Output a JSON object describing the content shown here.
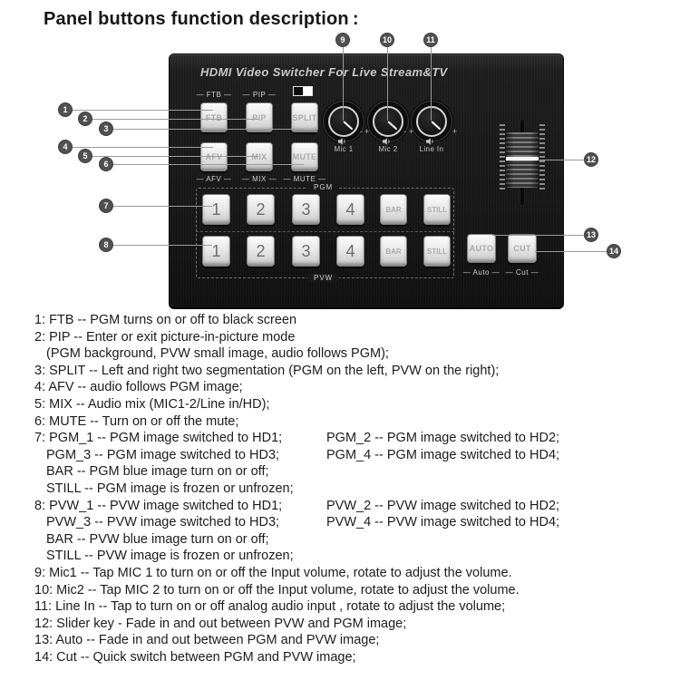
{
  "page": {
    "title": "Panel buttons function description",
    "colon": ":"
  },
  "colors": {
    "panel_bg": "#1d1d1d",
    "key_face": "#e9e9e9",
    "callout_bg": "#515151",
    "callout_line": "#9b9b9b"
  },
  "panel": {
    "header": "HDMI Video Switcher For Live Stream&TV",
    "top_groups": [
      "— FTB —",
      "— PIP —"
    ],
    "top_buttons": [
      "FTB",
      "PIP",
      "SPLIT"
    ],
    "mid_buttons": [
      "AFV",
      "MIX",
      "MUTE"
    ],
    "mid_groups": [
      "— AFV —",
      "— MIX —",
      "— MUTE —"
    ],
    "knob_minus": "-",
    "knob_plus": "+",
    "knobs": [
      {
        "name": "Mic 1"
      },
      {
        "name": "Mic 2"
      },
      {
        "name": "Line In"
      }
    ],
    "pgm": {
      "label": "PGM",
      "keys": [
        "1",
        "2",
        "3",
        "4",
        "BAR",
        "STILL"
      ]
    },
    "pvw": {
      "label": "PVW",
      "keys": [
        "1",
        "2",
        "3",
        "4",
        "BAR",
        "STILL"
      ]
    },
    "transition": {
      "auto_label": "AUTO",
      "auto_caption": "— Auto —",
      "cut_label": "CUT",
      "cut_caption": "— Cut —"
    }
  },
  "callouts": [
    "1",
    "2",
    "3",
    "4",
    "5",
    "6",
    "7",
    "8",
    "9",
    "10",
    "11",
    "12",
    "13",
    "14"
  ],
  "descriptions": [
    {
      "text": "1: FTB -- PGM turns on or off to black screen"
    },
    {
      "text": "2: PIP -- Enter or exit picture-in-picture mode"
    },
    {
      "text": "(PGM background, PVW small image, audio follows PGM);"
    },
    {
      "text": "3: SPLIT -- Left and right two segmentation (PGM on the left, PVW on the right);"
    },
    {
      "text": "4: AFV -- audio follows PGM image;"
    },
    {
      "text": "5: MIX -- Audio mix (MIC1-2/Line in/HD);"
    },
    {
      "text": "6: MUTE -- Turn on or off the mute;"
    },
    {
      "text": "7: PGM_1 -- PGM image switched to HD1;",
      "col2": "PGM_2 -- PGM image switched to HD2;"
    },
    {
      "text": "PGM_3 -- PGM image switched to HD3;",
      "col2": "PGM_4 -- PGM image switched to HD4;"
    },
    {
      "text": "BAR -- PGM blue image turn on or off;"
    },
    {
      "text": "STILL -- PGM image is frozen or unfrozen;"
    },
    {
      "text": "8: PVW_1 -- PVW image switched to HD1;",
      "col2": "PVW_2 -- PVW image switched to HD2;"
    },
    {
      "text": "PVW_3 -- PVW image switched to HD3;",
      "col2": "PVW_4 -- PVW image switched to HD4;"
    },
    {
      "text": "BAR -- PVW blue image turn on or off;"
    },
    {
      "text": "STILL -- PVW image is frozen or unfrozen;"
    },
    {
      "text": "9: Mic1 -- Tap MIC 1 to turn on or off the Input volume, rotate to adjust the volume."
    },
    {
      "text": "10: Mic2 -- Tap MIC 2 to turn on or off the Input volume, rotate to adjust the volume."
    },
    {
      "text": "11: Line In -- Tap to turn on or off analog audio input , rotate to adjust the volume;"
    },
    {
      "text": "12: Slider key - Fade in and out between PVW and PGM image;"
    },
    {
      "text": "13: Auto -- Fade in and out between PGM and PVW image;"
    },
    {
      "text": "14: Cut -- Quick switch between PGM and PVW image;"
    }
  ]
}
